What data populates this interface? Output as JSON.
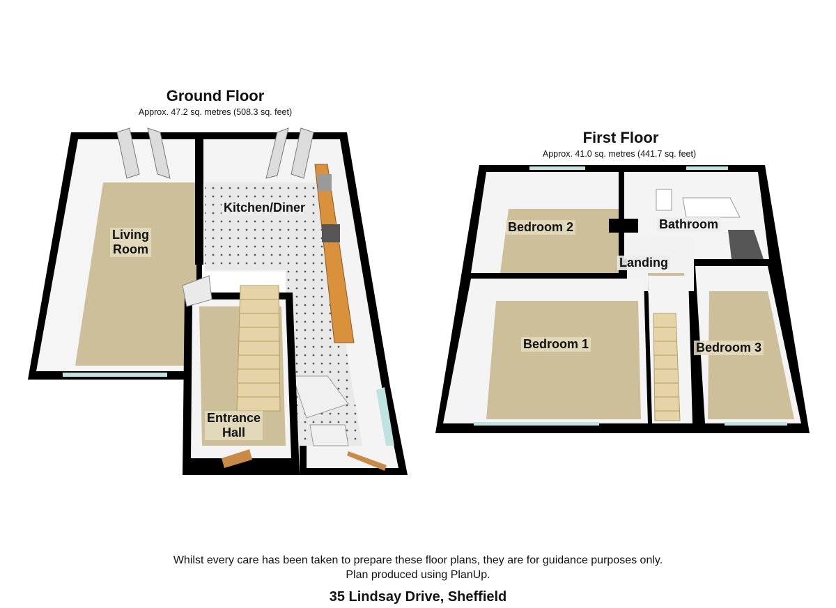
{
  "ground_floor": {
    "title": "Ground Floor",
    "area": "Approx.  47.2 sq. metres (508.3 sq. feet)",
    "rooms": {
      "living_line1": "Living",
      "living_line2": "Room",
      "kitchen": "Kitchen/Diner",
      "hall_line1": "Entrance",
      "hall_line2": "Hall"
    }
  },
  "first_floor": {
    "title": "First Floor",
    "area": "Approx.  41.0 sq. metres (441.7 sq. feet)",
    "rooms": {
      "bedroom2": "Bedroom 2",
      "bathroom": "Bathroom",
      "landing": "Landing",
      "bedroom1": "Bedroom 1",
      "bedroom3": "Bedroom 3"
    }
  },
  "footer": {
    "disclaimer": "Whilst every care has been taken to prepare these floor plans, they are for guidance purposes only.",
    "credit": "Plan produced using PlanUp.",
    "address": "35 Lindsay Drive, Sheffield"
  },
  "colors": {
    "wall": "#000000",
    "carpet": "#cdbf9a",
    "tile_floor": "#e6e6e6",
    "wall_face": "#f4f4f4",
    "worktop": "#d9913c",
    "window": "#bfe3e0"
  }
}
